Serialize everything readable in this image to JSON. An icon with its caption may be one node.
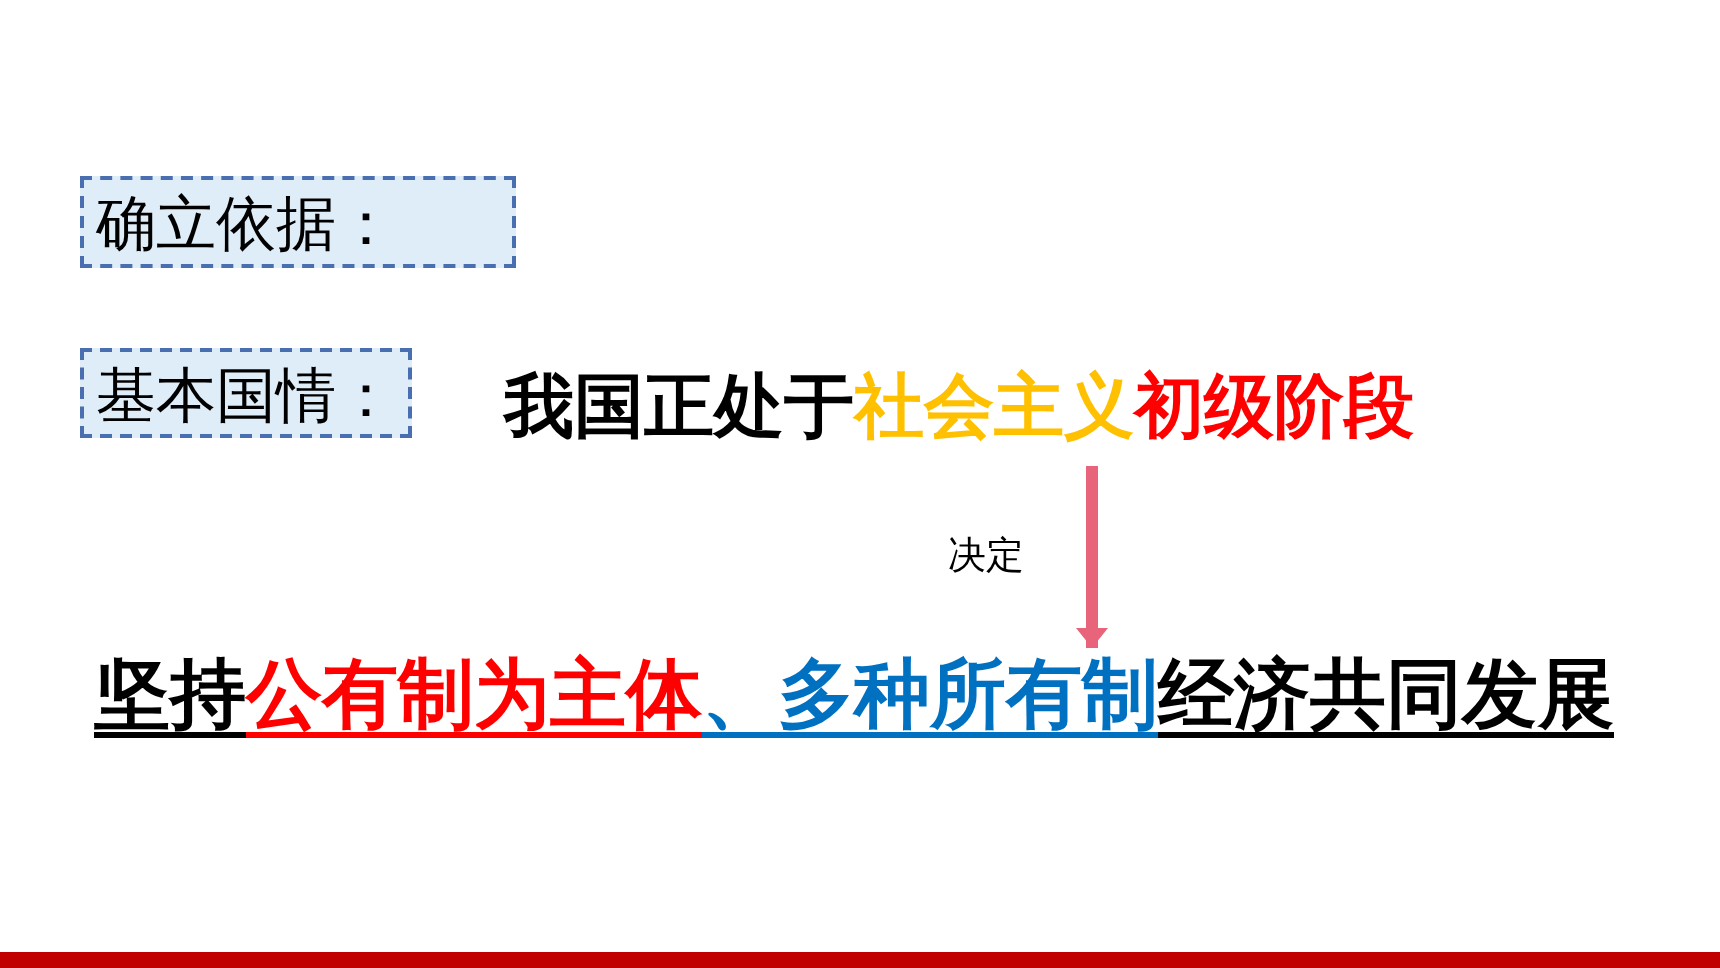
{
  "diagram": {
    "nodes": [
      {
        "text": [
          "确立依据："
        ]
      },
      {
        "text": [
          "基本国情："
        ]
      },
      {
        "text": [
          "我国正处于",
          "社会主义",
          "初级阶段"
        ]
      },
      {
        "text": [
          "坚持",
          "公有制为主体",
          "、多种所有制",
          "经济共同发展"
        ]
      }
    ],
    "edges": [
      {
        "from": 2,
        "to": 3,
        "arrow": "to",
        "label": "决定",
        "color": "#e8647a"
      }
    ]
  }
}
